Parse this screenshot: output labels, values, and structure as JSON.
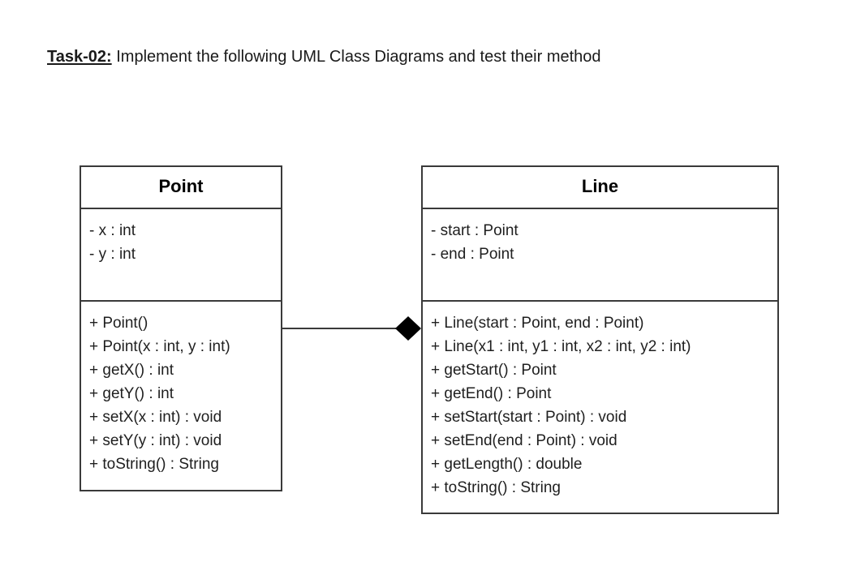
{
  "heading": {
    "label": "Task-02:",
    "text": " Implement the following UML Class Diagrams and test their method"
  },
  "diagram": {
    "type": "uml-class-diagram",
    "relationship": {
      "kind": "composition",
      "marker": "filled-diamond",
      "from": "Line",
      "to": "Point"
    },
    "classes": [
      {
        "name": "Point",
        "attributes": [
          "- x : int",
          "- y : int"
        ],
        "methods": [
          "+ Point()",
          "+ Point(x : int, y : int)",
          "+ getX() : int",
          "+ getY() : int",
          "+ setX(x : int) : void",
          "+ setY(y : int) : void",
          "+ toString() : String"
        ]
      },
      {
        "name": "Line",
        "attributes": [
          "- start : Point",
          "- end : Point"
        ],
        "methods": [
          "+ Line(start : Point, end : Point)",
          "+ Line(x1 : int, y1 : int, x2 : int, y2 : int)",
          "+ getStart() : Point",
          "+ getEnd() : Point",
          "+ setStart(start : Point) : void",
          "+ setEnd(end : Point) : void",
          "+ getLength() : double",
          "+ toString() : String"
        ]
      }
    ]
  },
  "colors": {
    "border": "#3a3a3a",
    "text": "#1a1a1a",
    "background": "#ffffff"
  }
}
